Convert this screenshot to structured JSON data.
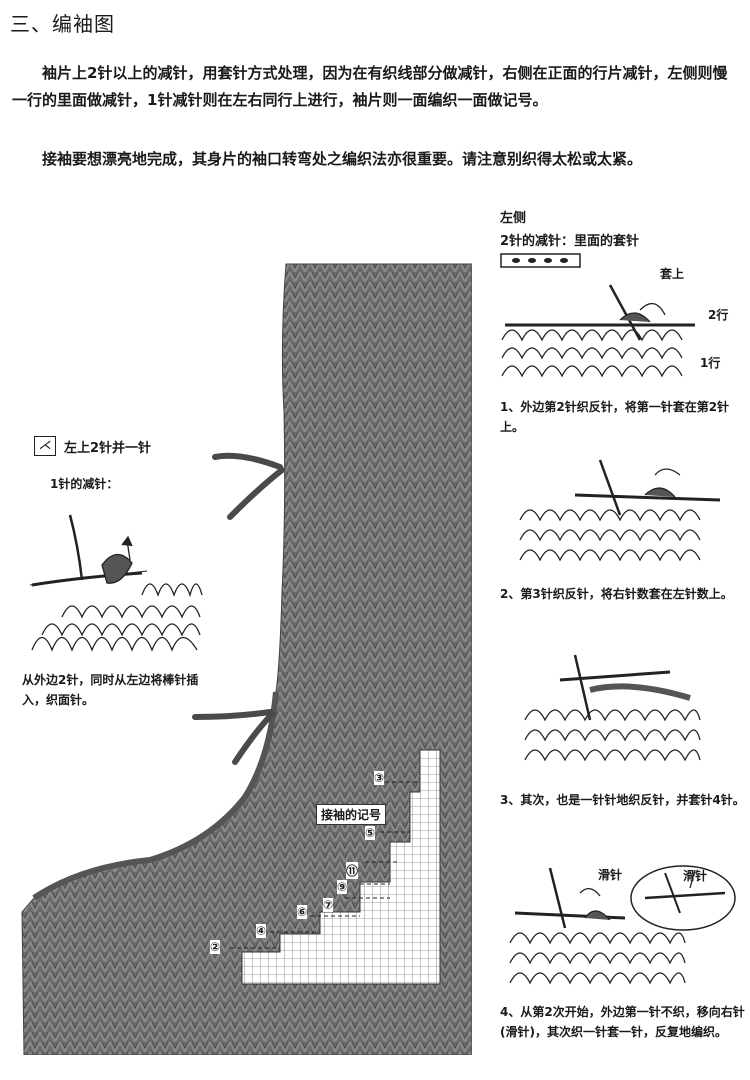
{
  "section_title": "三、编袖图",
  "paragraphs": [
    "袖片上2针以上的减针，用套针方式处理，因为在有织线部分做减针，右侧在正面的行片减针，左侧则慢一行的里面做减针，1针减针则在左右同行上进行，袖片则一面编织一面做记号。",
    "接袖要想漂亮地完成，其身片的袖口转弯处之编织法亦很重要。请注意别织得太松或太紧。"
  ],
  "left_panel": {
    "symbol": "⋌",
    "heading": "左上2针并一针",
    "subheading": "1针的减针：",
    "caption": "从外边2针，同时从左边将棒针插入，织面针。"
  },
  "center_panel": {
    "marker_label": "接袖的记号",
    "marker_numbers": [
      "③",
      "⑤",
      "⑪",
      "⑨",
      "⑦",
      "⑥",
      "④",
      "②"
    ]
  },
  "right_panel": {
    "side_label": "左侧",
    "subheading": "2针的减针：里面的套针",
    "step1_label_top": "套上",
    "row_labels": [
      "2行",
      "1行"
    ],
    "slip_label_a": "滑针",
    "slip_label_b": "滑针",
    "steps": [
      "1、外边第2针织反针，将第一针套在第2针上。",
      "2、第3针织反针，将右针数套在左针数上。",
      "3、其次，也是一针针地织反针，并套针4针。",
      "4、从第2次开始，外边第一针不织，移向右针(滑针)，其次织一针套一针，反复地编织。"
    ]
  },
  "colors": {
    "knit": "#6e6e6e",
    "knit_dark": "#4f4f4f",
    "ink": "#1a1a1a"
  }
}
